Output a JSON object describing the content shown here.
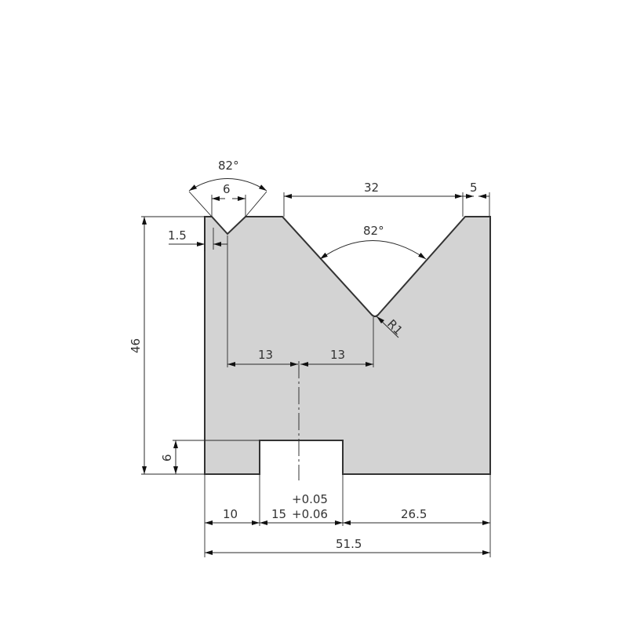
{
  "drawing": {
    "title": "V-die cross section technical drawing",
    "colors": {
      "background": "#ffffff",
      "part_fill": "#d3d3d3",
      "outline": "#333333",
      "dimension": "#2a2a2a"
    }
  },
  "dimensions": {
    "small_v_angle": "82°",
    "small_v_width": "6",
    "large_v_width": "32",
    "right_land": "5",
    "large_v_angle": "82°",
    "left_offset": "1.5",
    "tip_radius": "R1",
    "half_span_left": "13",
    "half_span_right": "13",
    "overall_height": "46",
    "slot_depth": "6",
    "left_foot": "10",
    "slot_width": "15",
    "slot_tol_upper": "+0.05",
    "slot_tol_lower": "+0.06",
    "right_foot": "26.5",
    "overall_width": "51.5"
  }
}
